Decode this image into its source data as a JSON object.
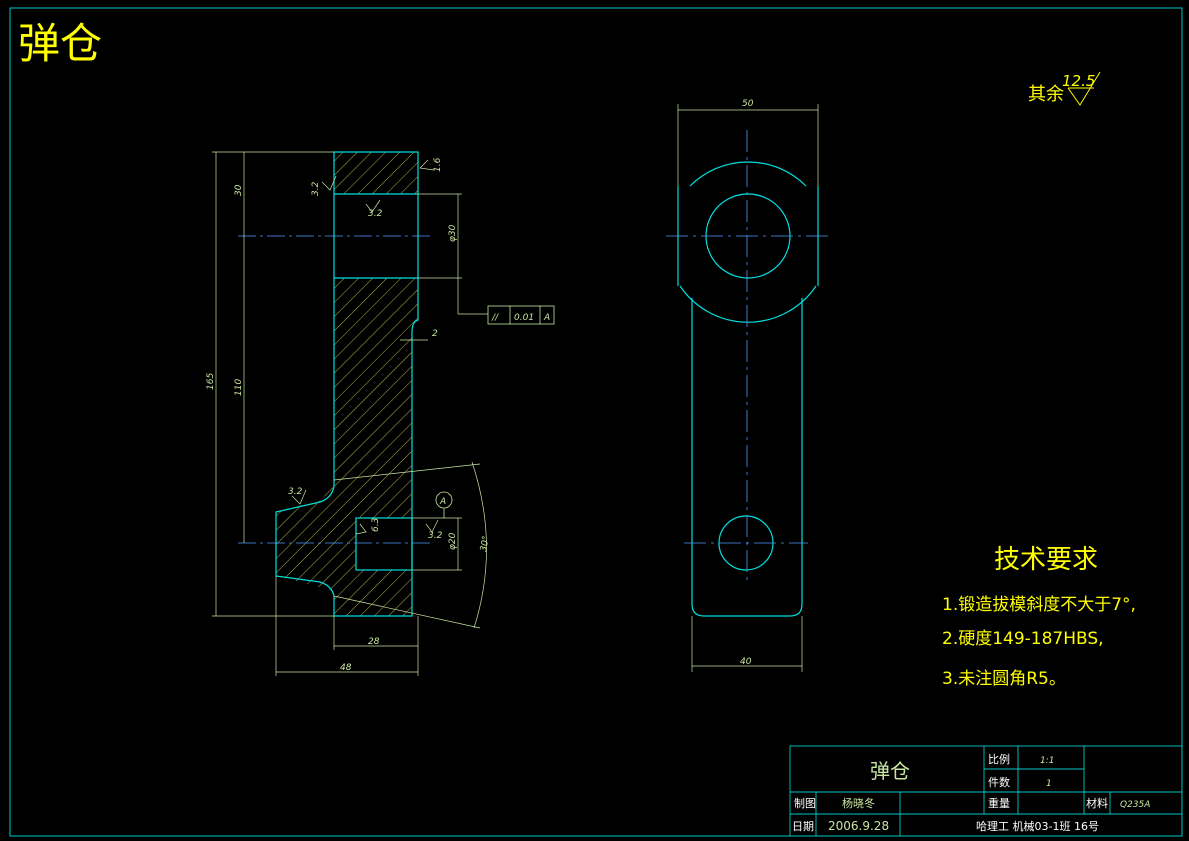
{
  "title": "弹仓",
  "surface_finish_note": {
    "prefix": "其余",
    "value": "12.5"
  },
  "dimensions": {
    "top_width": "50",
    "bottom_width": "40",
    "overall_height": "165",
    "top_section": "30",
    "center_distance": "110",
    "top_bore": "φ30",
    "bottom_bore": "φ20",
    "base_inner": "28",
    "base_outer": "48",
    "step": "2",
    "angle": "30°"
  },
  "roughness_marks": [
    "3.2",
    "1.6",
    "3.2",
    "3.2",
    "6.3",
    "3.2"
  ],
  "tolerance": {
    "symbol": "//",
    "value": "0.01",
    "datum": "A"
  },
  "datum_label": "A",
  "tech_requirements": {
    "heading": "技术要求",
    "items": [
      "1.锻造拔模斜度不大于7°,",
      "2.硬度149-187HBS,",
      "3.未注圆角R5。"
    ]
  },
  "title_block": {
    "part_name": "弹仓",
    "scale_label": "比例",
    "scale_value": "1:1",
    "qty_label": "件数",
    "qty_value": "1",
    "drawn_label": "制图",
    "drawn_value": "杨晓冬",
    "weight_label": "重量",
    "material_label": "材料",
    "material_value": "Q235A",
    "date_label": "日期",
    "date_value": "2006.9.28",
    "school": "哈理工 机械03-1班 16号"
  },
  "colors": {
    "frame": "#00c8c8",
    "title": "#ffff00",
    "dim": "#c8e6a0",
    "cut": "#00e0e0",
    "hatch": "#e0e060",
    "center": "#4a9cff",
    "tech": "#ffff00"
  }
}
